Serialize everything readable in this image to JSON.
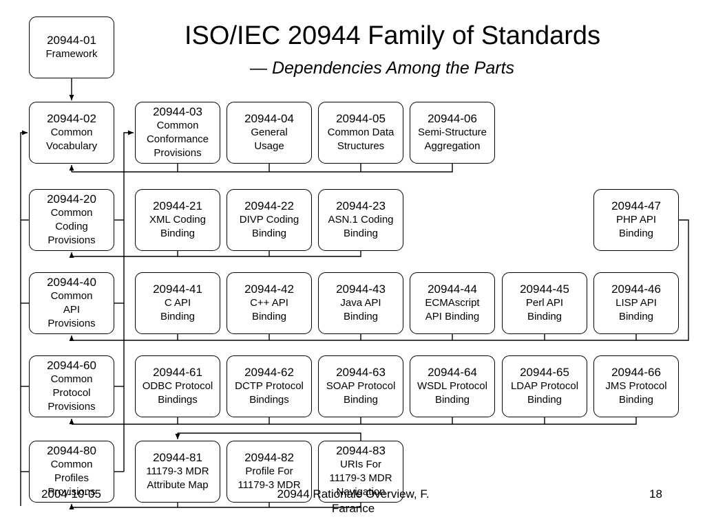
{
  "slide": {
    "title": "ISO/IEC 20944 Family of Standards",
    "subtitle_dash": "—",
    "subtitle": "Dependencies Among the Parts"
  },
  "boxes": {
    "p01": {
      "code": "20944-01",
      "desc": "Framework"
    },
    "p02": {
      "code": "20944-02",
      "desc": "Common\nVocabulary"
    },
    "p03": {
      "code": "20944-03",
      "desc": "Common\nConformance\nProvisions"
    },
    "p04": {
      "code": "20944-04",
      "desc": "General\nUsage"
    },
    "p05": {
      "code": "20944-05",
      "desc": "Common Data\nStructures"
    },
    "p06": {
      "code": "20944-06",
      "desc": "Semi-Structure\nAggregation"
    },
    "p20": {
      "code": "20944-20",
      "desc": "Common\nCoding\nProvisions"
    },
    "p21": {
      "code": "20944-21",
      "desc": "XML Coding\nBinding"
    },
    "p22": {
      "code": "20944-22",
      "desc": "DIVP Coding\nBinding"
    },
    "p23": {
      "code": "20944-23",
      "desc": "ASN.1 Coding\nBinding"
    },
    "p47": {
      "code": "20944-47",
      "desc": "PHP API\nBinding"
    },
    "p40": {
      "code": "20944-40",
      "desc": "Common\nAPI\nProvisions"
    },
    "p41": {
      "code": "20944-41",
      "desc": "C API\nBinding"
    },
    "p42": {
      "code": "20944-42",
      "desc": "C++ API\nBinding"
    },
    "p43": {
      "code": "20944-43",
      "desc": "Java API\nBinding"
    },
    "p44": {
      "code": "20944-44",
      "desc": "ECMAscript\nAPI Binding"
    },
    "p45": {
      "code": "20944-45",
      "desc": "Perl API\nBinding"
    },
    "p46": {
      "code": "20944-46",
      "desc": "LISP API\nBinding"
    },
    "p60": {
      "code": "20944-60",
      "desc": "Common\nProtocol\nProvisions"
    },
    "p61": {
      "code": "20944-61",
      "desc": "ODBC Protocol\nBindings"
    },
    "p62": {
      "code": "20944-62",
      "desc": "DCTP Protocol\nBindings"
    },
    "p63": {
      "code": "20944-63",
      "desc": "SOAP Protocol\nBinding"
    },
    "p64": {
      "code": "20944-64",
      "desc": "WSDL Protocol\nBinding"
    },
    "p65": {
      "code": "20944-65",
      "desc": "LDAP Protocol\nBinding"
    },
    "p66": {
      "code": "20944-66",
      "desc": "JMS Protocol\nBinding"
    },
    "p80": {
      "code": "20944-80",
      "desc": "Common\nProfiles\nProvisions"
    },
    "p81": {
      "code": "20944-81",
      "desc": "11179-3 MDR\nAttribute Map"
    },
    "p82": {
      "code": "20944-82",
      "desc": "Profile For\n11179-3 MDR"
    },
    "p83": {
      "code": "20944-83",
      "desc": "URIs For\n11179-3 MDR\nNavigation"
    }
  },
  "footer": {
    "date": "2004-10-05",
    "center": "20944 Rationale Overview, F. Farance",
    "page": "18"
  }
}
